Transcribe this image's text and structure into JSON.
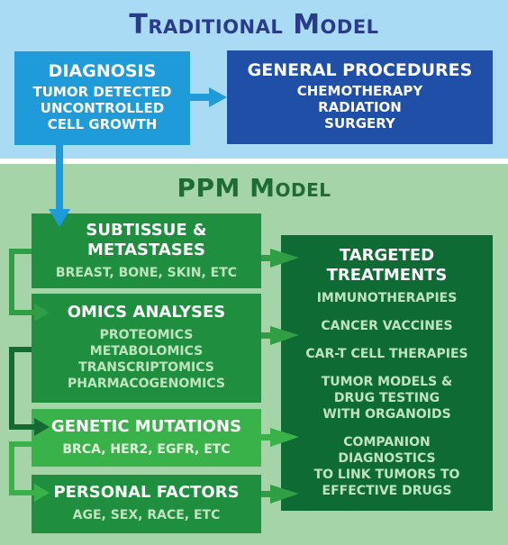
{
  "traditional": {
    "title": "Traditional Model",
    "diagnosis": {
      "title": "DIAGNOSIS",
      "lines": [
        "TUMOR DETECTED",
        "UNCONTROLLED",
        "CELL GROWTH"
      ]
    },
    "procedures": {
      "title": "GENERAL PROCEDURES",
      "lines": [
        "CHEMOTHERAPY",
        "RADIATION",
        "SURGERY"
      ]
    }
  },
  "ppm": {
    "title": "PPM Model",
    "subtissue": {
      "title_lines": [
        "SUBTISSUE &",
        "METASTASES"
      ],
      "lines": [
        "BREAST, BONE, SKIN, ETC"
      ]
    },
    "omics": {
      "title": "OMICS ANALYSES",
      "lines": [
        "PROTEOMICS",
        "METABOLOMICS",
        "TRANSCRIPTOMICS",
        "PHARMACOGENOMICS"
      ]
    },
    "genetic": {
      "title": "GENETIC MUTATIONS",
      "lines": [
        "BRCA, HER2, EGFR, ETC"
      ]
    },
    "personal": {
      "title": "PERSONAL FACTORS",
      "lines": [
        "AGE, SEX, RACE, ETC"
      ]
    },
    "targeted": {
      "title_lines": [
        "TARGETED",
        "TREATMENTS"
      ],
      "items": [
        [
          "IMMUNOTHERAPIES"
        ],
        [
          "CANCER VACCINES"
        ],
        [
          "CAR-T CELL THERAPIES"
        ],
        [
          "TUMOR MODELS &",
          "DRUG TESTING",
          "WITH ORGANOIDS"
        ],
        [
          "COMPANION",
          "DIAGNOSTICS",
          "TO LINK TUMORS TO",
          "EFFECTIVE DRUGS"
        ]
      ]
    }
  },
  "colors": {
    "top_bg": "#a9dcf4",
    "bottom_bg": "#a5d4a8",
    "title_blue": "#2a3a8c",
    "title_green": "#1d6b35",
    "diag_box": "#1e9bd8",
    "proc_box": "#1f4fa6",
    "green_box": "#1f8f3f",
    "genetic_box": "#3ab24a",
    "dark_green_box": "#0f6b34",
    "sub_green": "#bfe3bf",
    "arrow_blue": "#1e9bd8",
    "arrow_green": "#2f9e45",
    "arrow_dark": "#146a30"
  }
}
